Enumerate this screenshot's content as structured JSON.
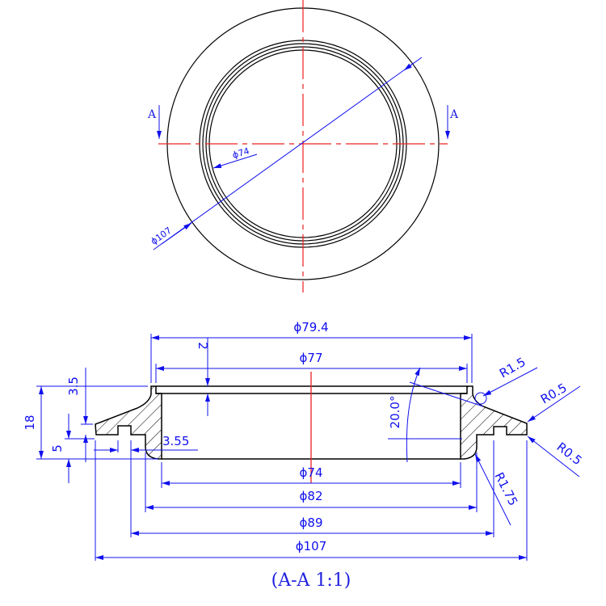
{
  "top_view": {
    "section_marker_left": "A",
    "section_marker_right": "A",
    "dim_inner": "ϕ74",
    "dim_outer": "ϕ107"
  },
  "section_view": {
    "title": "(A-A 1:1)",
    "dims": {
      "d79_4": "ϕ79.4",
      "d77": "ϕ77",
      "d74": "ϕ74",
      "d82": "ϕ82",
      "d89": "ϕ89",
      "d107": "ϕ107",
      "h2": "2",
      "h3_5": "3.5",
      "h18": "18",
      "h5": "5",
      "w3_55": "3.55",
      "angle": "20.0°",
      "r1_5": "R1.5",
      "r0_5_top": "R0.5",
      "r0_5_bottom": "R0.5",
      "r1_75": "R1.75"
    }
  },
  "colors": {
    "outline": "#000000",
    "dimension": "#1010ee",
    "centerline": "#ee2020"
  }
}
